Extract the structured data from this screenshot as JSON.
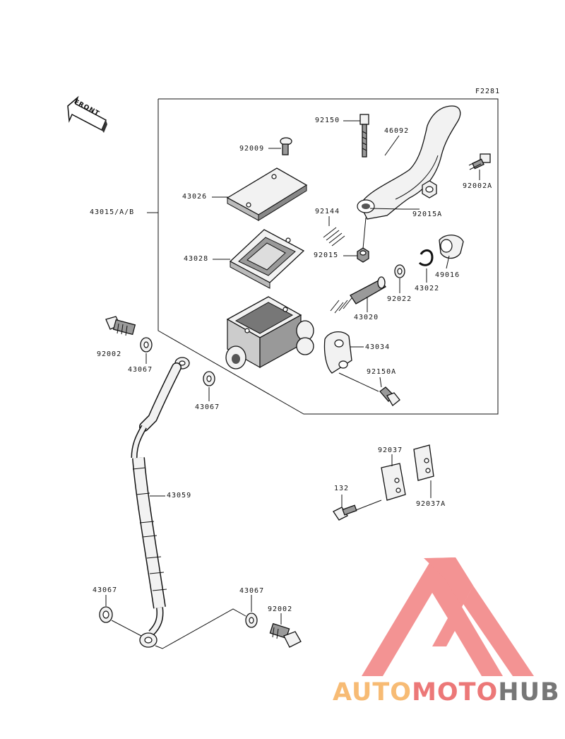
{
  "diagram_code": "F2281",
  "front_label": "FRONT",
  "watermark": {
    "part_a": "AUTO",
    "part_b": "MOTO",
    "part_c": "HUB",
    "colors": {
      "auto": "#f7bb74",
      "moto": "#ec7878",
      "hub": "#777777",
      "triangle": "#ef6f6f"
    }
  },
  "parts": {
    "p92150": "92150",
    "p46092": "46092",
    "p92009": "92009",
    "p92002A": "92002A",
    "p43026": "43026",
    "p43015": "43015/A/B",
    "p92144": "92144",
    "p92015A": "92015A",
    "p43028": "43028",
    "p92015": "92015",
    "p49016": "49016",
    "p92022": "92022",
    "p43022": "43022",
    "p43020": "43020",
    "p92002_top": "92002",
    "p43034": "43034",
    "p43067_a": "43067",
    "p92150A": "92150A",
    "p43067_b": "43067",
    "p92037": "92037",
    "p132": "132",
    "p92037A": "92037A",
    "p43059": "43059",
    "p43067_c": "43067",
    "p43067_d": "43067",
    "p92002_bottom": "92002"
  }
}
